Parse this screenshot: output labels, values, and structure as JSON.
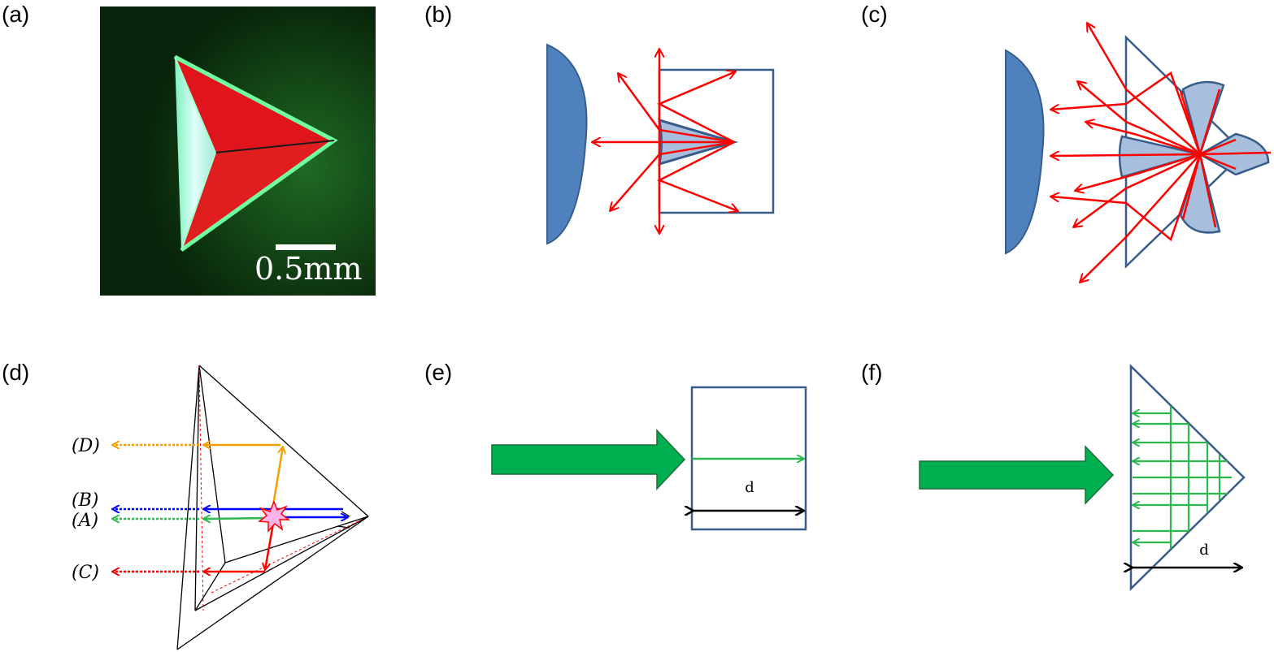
{
  "panels": {
    "a": {
      "label": "(a)",
      "scale_bar_text": "0.5mm"
    },
    "b": {
      "label": "(b)"
    },
    "c": {
      "label": "(c)"
    },
    "d": {
      "label": "(d)",
      "path_labels": [
        "(D)",
        "(B)",
        "(A)",
        "(C)"
      ]
    },
    "e": {
      "label": "(e)",
      "dimension_label": "d"
    },
    "f": {
      "label": "(f)",
      "dimension_label": "d"
    }
  },
  "colors": {
    "lens_fill": "#4f81bd",
    "outline": "#385d8a",
    "emitter_fill": "#a7bfdc",
    "ray": "#ff0000",
    "green_arrow": "#00b050",
    "green_ray": "#2db84d",
    "orange": "#f5a000",
    "blue": "#0000ff",
    "pink_star": "#ffb3e6"
  }
}
